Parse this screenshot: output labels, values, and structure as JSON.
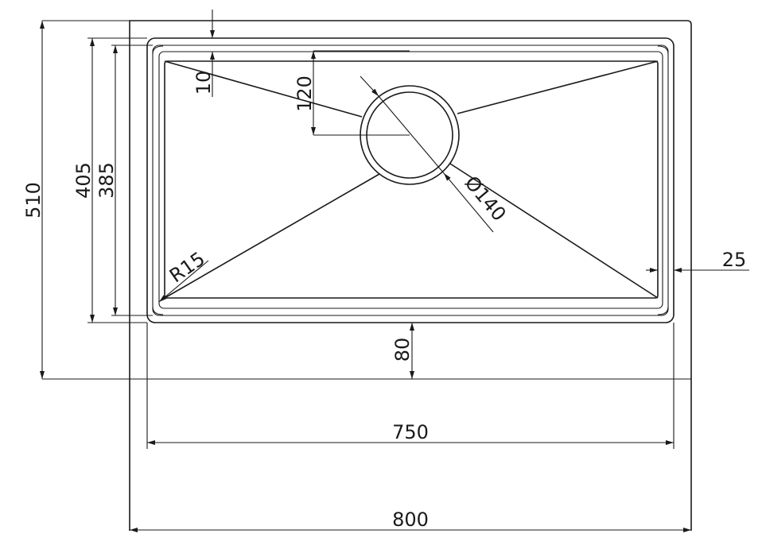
{
  "drawing": {
    "title": "Sink top view dimension drawing",
    "line_color": "#1a1a1a",
    "dimensions": {
      "overall_width": "800",
      "rim_width": "750",
      "overall_depth": "510",
      "rim_depth": "405",
      "bowl_depth": "385",
      "rim_offset_top": "10",
      "drain_offset": "120",
      "drain_diameter": "Ø140",
      "side_flange": "25",
      "front_offset": "80",
      "corner_radius": "R15"
    }
  }
}
